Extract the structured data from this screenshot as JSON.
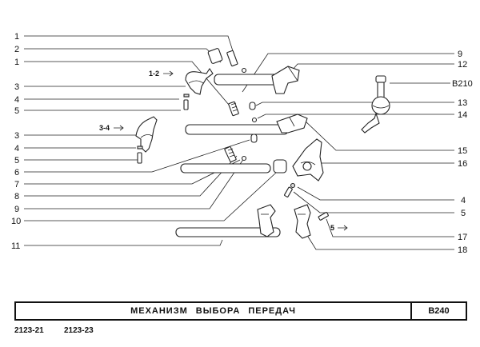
{
  "title": "МЕХАНИЗМ ВЫБОРА ПЕРЕДАЧ",
  "page_code": "B240",
  "reference_code": "B210",
  "models": [
    "2123-21",
    "2123-23"
  ],
  "gear_labels": [
    "1-2",
    "3-4",
    "5"
  ],
  "left_callouts": [
    "1",
    "2",
    "1",
    "3",
    "4",
    "5",
    "3",
    "4",
    "5",
    "6",
    "7",
    "8",
    "9",
    "10",
    "11"
  ],
  "right_callouts": [
    "9",
    "12",
    "13",
    "14",
    "15",
    "16",
    "4",
    "5",
    "17",
    "18"
  ],
  "icons": [
    "fork-icon",
    "shaft-icon",
    "spring-icon",
    "ball-icon",
    "bolt-icon",
    "lever-icon"
  ]
}
